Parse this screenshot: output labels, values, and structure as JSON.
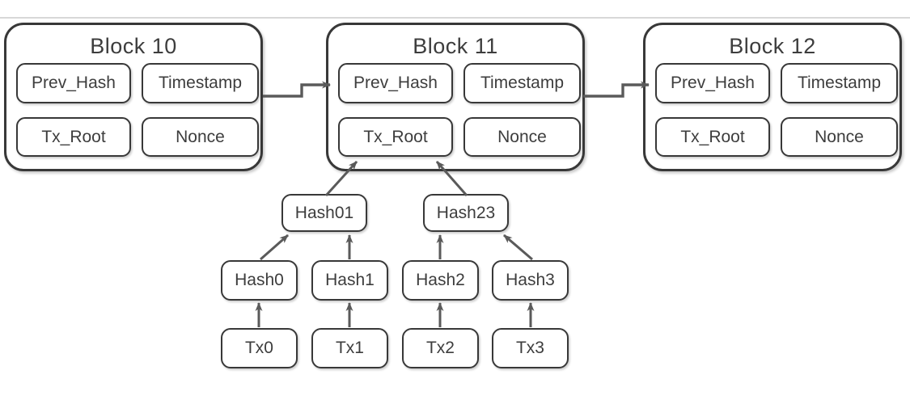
{
  "diagram_type": "blockchain-merkle-tree",
  "blocks": [
    {
      "title": "Block 10",
      "fields": [
        "Prev_Hash",
        "Timestamp",
        "Tx_Root",
        "Nonce"
      ]
    },
    {
      "title": "Block 11",
      "fields": [
        "Prev_Hash",
        "Timestamp",
        "Tx_Root",
        "Nonce"
      ]
    },
    {
      "title": "Block 12",
      "fields": [
        "Prev_Hash",
        "Timestamp",
        "Tx_Root",
        "Nonce"
      ]
    }
  ],
  "merkle": {
    "parents": [
      "Hash01",
      "Hash23"
    ],
    "leaf_hashes": [
      "Hash0",
      "Hash1",
      "Hash2",
      "Hash3"
    ],
    "transactions": [
      "Tx0",
      "Tx1",
      "Tx2",
      "Tx3"
    ]
  },
  "edges": [
    {
      "from": "Block 10",
      "to": "Block 11 Prev_Hash"
    },
    {
      "from": "Block 11",
      "to": "Block 12 Prev_Hash"
    },
    {
      "from": "Hash01",
      "to": "Block 11 Tx_Root"
    },
    {
      "from": "Hash23",
      "to": "Block 11 Tx_Root"
    },
    {
      "from": "Hash0",
      "to": "Hash01"
    },
    {
      "from": "Hash1",
      "to": "Hash01"
    },
    {
      "from": "Hash2",
      "to": "Hash23"
    },
    {
      "from": "Hash3",
      "to": "Hash23"
    },
    {
      "from": "Tx0",
      "to": "Hash0"
    },
    {
      "from": "Tx1",
      "to": "Hash1"
    },
    {
      "from": "Tx2",
      "to": "Hash2"
    },
    {
      "from": "Tx3",
      "to": "Hash3"
    }
  ],
  "colors": {
    "box_border": "#383838",
    "text": "#3d3d3d",
    "arrow": "#5a5a5a",
    "top_divider": "#d8d8d8",
    "background": "#ffffff"
  }
}
